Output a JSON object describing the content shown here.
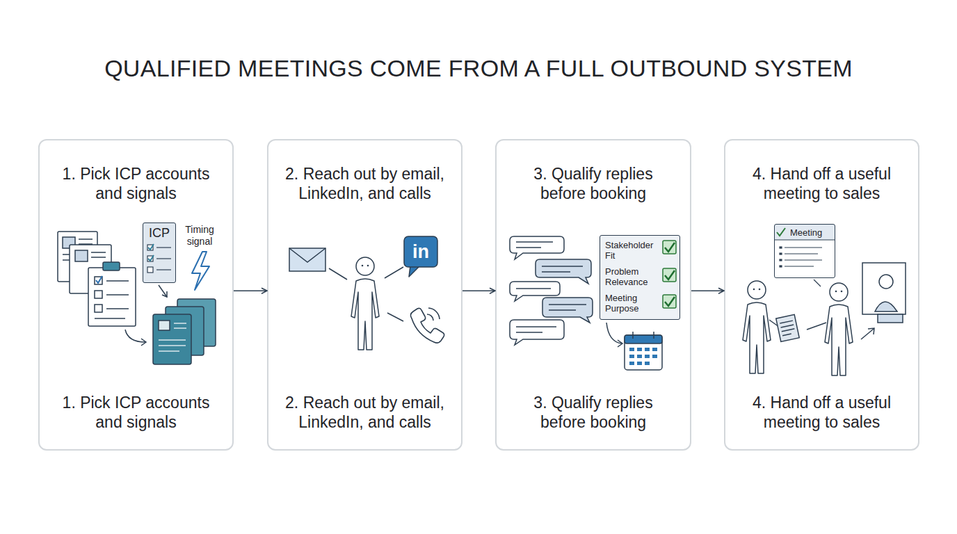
{
  "diagram": {
    "title": "QUALIFIED MEETINGS COME FROM A FULL OUTBOUND SYSTEM",
    "nodes": [
      {
        "text": [
          "1. Pick ICP accounts and signals",
          "1. Pick ICP accounts and signals"
        ]
      },
      {
        "text": [
          "ICP"
        ],
        "in": 0
      },
      {
        "text": [
          "2. Reach out by email, LinkedIn, and calls",
          "2. Reach out by email, LinkedIn, and calls"
        ]
      },
      {
        "text": [
          "3. Qualify replies before booking",
          "3. Qualify replies before booking"
        ]
      },
      {
        "text": [
          "Stakeholder Fit",
          "Problem Relevance",
          "Meeting Purpose"
        ],
        "in": 3
      },
      {
        "text": [
          "4. Hand off a useful meeting to sales",
          "4. Hand off a useful meeting to sales"
        ]
      },
      {
        "text": [
          "Meeting"
        ],
        "in": 5
      }
    ],
    "edges": [
      {
        "from": 0,
        "to": 2,
        "arrow": "to"
      },
      {
        "from": 2,
        "to": 3,
        "arrow": "to"
      },
      {
        "from": 3,
        "to": 5,
        "arrow": "to"
      }
    ],
    "labels": [
      "Timing signal",
      "in"
    ]
  }
}
